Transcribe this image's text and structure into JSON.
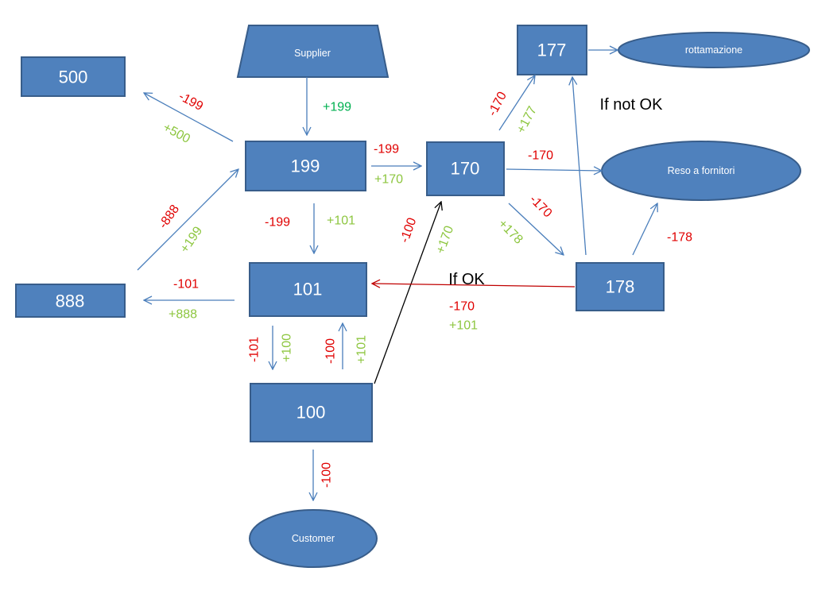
{
  "nodes": {
    "supplier": "Supplier",
    "n500": "500",
    "n199": "199",
    "n170": "170",
    "n177": "177",
    "rottamazione": "rottamazione",
    "reso": "Reso a fornitori",
    "n101": "101",
    "n888": "888",
    "n178": "178",
    "n100": "100",
    "customer": "Customer"
  },
  "flows": {
    "supplier_199": {
      "plus": "+199"
    },
    "f199_500": {
      "minus": "-199",
      "plus": "+500"
    },
    "f888_199": {
      "minus": "-888",
      "plus": "+199"
    },
    "f199_170": {
      "minus": "-199",
      "plus": "+170"
    },
    "f199_101": {
      "minus": "-199",
      "plus": "+101"
    },
    "f101_888": {
      "minus": "-101",
      "plus": "+888"
    },
    "f101_100": {
      "minus": "-101",
      "plus": "+100"
    },
    "f100_101": {
      "minus": "-100",
      "plus": "+101"
    },
    "f100_customer": {
      "minus": "-100"
    },
    "f100_170": {
      "minus": "-100",
      "plus": "+170"
    },
    "f170_177": {
      "minus": "-170",
      "plus": "+177"
    },
    "f170_reso": {
      "minus": "-170"
    },
    "f170_178": {
      "minus": "-170",
      "plus": "+178"
    },
    "f178_reso": {
      "minus": "-178"
    },
    "f178_177": {
      "condition": "If not OK"
    },
    "f178_101": {
      "condition": "If OK",
      "minus": "-170",
      "plus": "+101"
    }
  },
  "colors": {
    "node_fill": "#4f81bd",
    "node_border": "#385d8a",
    "arrow": "#4a7ebb",
    "minus": "#e00000",
    "plus": "#8dc63f",
    "plus_dark": "#00b050",
    "ok": "#c00000",
    "ink": "#000000"
  }
}
